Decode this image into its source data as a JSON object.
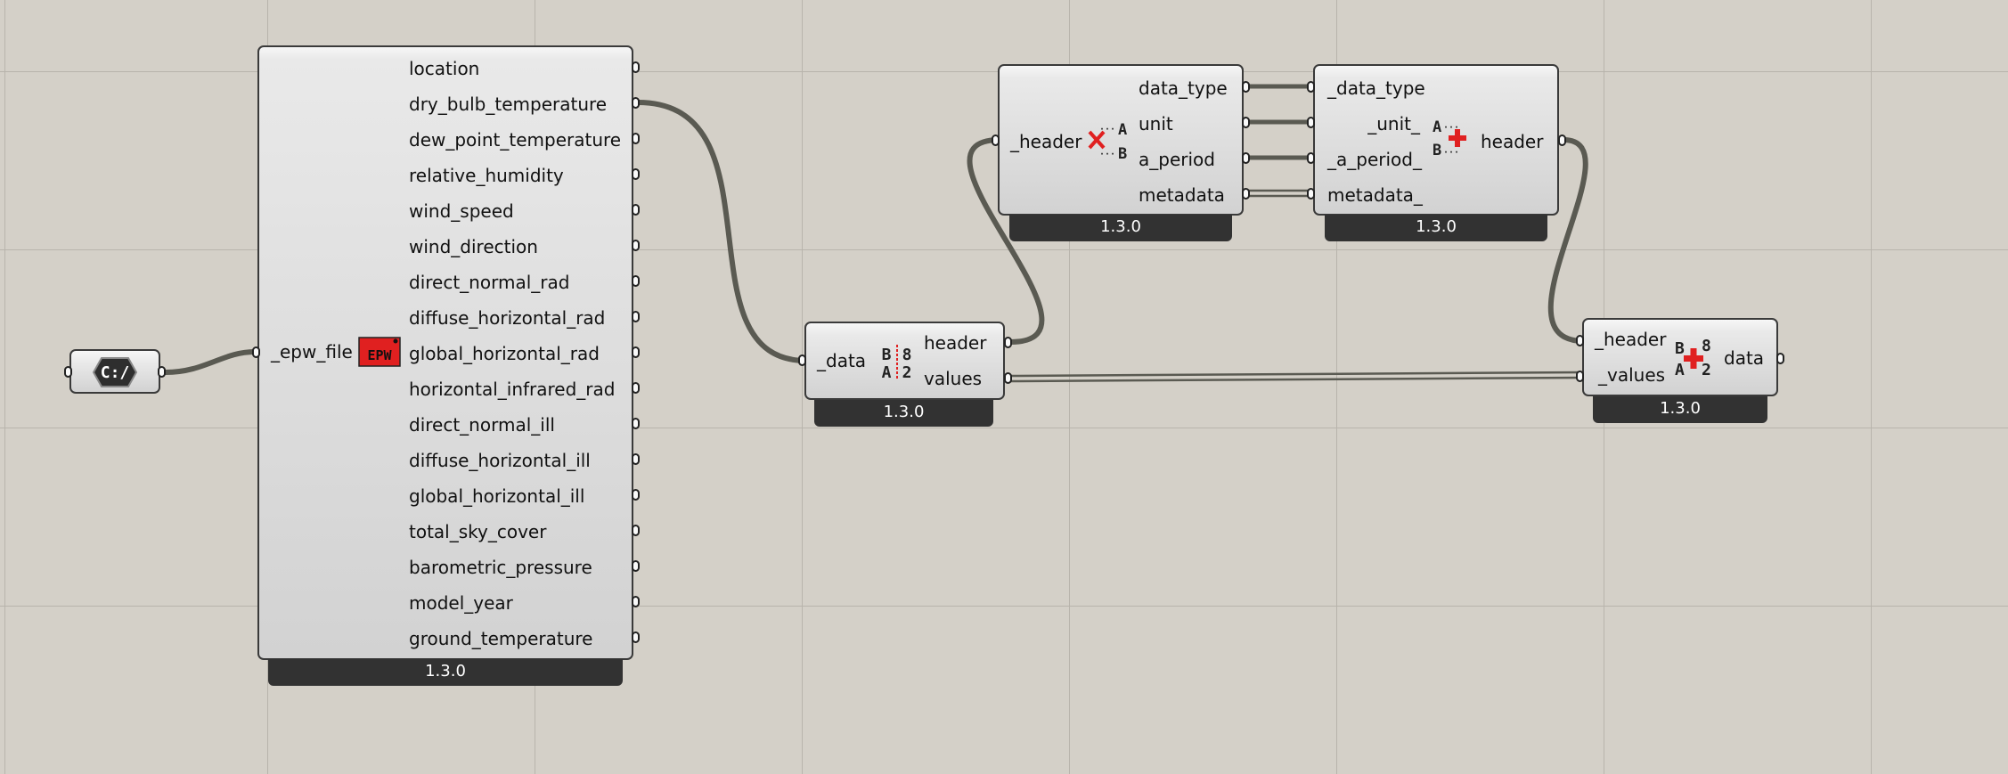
{
  "canvas": {
    "background": "#d4d0c8",
    "grid_color": "#b8b4ac",
    "wire_color": "#5a5a52"
  },
  "file_path_param": {
    "icon": "c-drive-hexagon-icon",
    "icon_text": "C:/"
  },
  "import_epw": {
    "icon": "epw-icon",
    "icon_text": "EPW",
    "input": "_epw_file",
    "outputs": [
      "location",
      "dry_bulb_temperature",
      "dew_point_temperature",
      "relative_humidity",
      "wind_speed",
      "wind_direction",
      "direct_normal_rad",
      "diffuse_horizontal_rad",
      "global_horizontal_rad",
      "horizontal_infrared_rad",
      "direct_normal_ill",
      "diffuse_horizontal_ill",
      "global_horizontal_ill",
      "total_sky_cover",
      "barometric_pressure",
      "model_year",
      "ground_temperature"
    ],
    "version": "1.3.0"
  },
  "deconstruct_data": {
    "icon": "deconstruct-data-icon",
    "icon_text": {
      "top": "B",
      "bottom": "A",
      "top_num": "8",
      "bottom_num": "2"
    },
    "input": "_data",
    "outputs": [
      "header",
      "values"
    ],
    "version": "1.3.0"
  },
  "deconstruct_header": {
    "icon": "deconstruct-header-icon",
    "icon_text": {
      "top": "A",
      "bottom": "B"
    },
    "input": "_header",
    "outputs": [
      "data_type",
      "unit",
      "a_period",
      "metadata"
    ],
    "version": "1.3.0"
  },
  "construct_header": {
    "icon": "construct-header-icon",
    "icon_text": {
      "top": "A",
      "bottom": "B"
    },
    "inputs": [
      "_data_type",
      "_unit_",
      "_a_period_",
      "metadata_"
    ],
    "output": "header",
    "version": "1.3.0"
  },
  "construct_data": {
    "icon": "construct-data-icon",
    "icon_text": {
      "top": "B",
      "bottom": "A",
      "top_num": "8",
      "bottom_num": "2"
    },
    "inputs": [
      "_header",
      "_values"
    ],
    "output": "data",
    "version": "1.3.0"
  }
}
